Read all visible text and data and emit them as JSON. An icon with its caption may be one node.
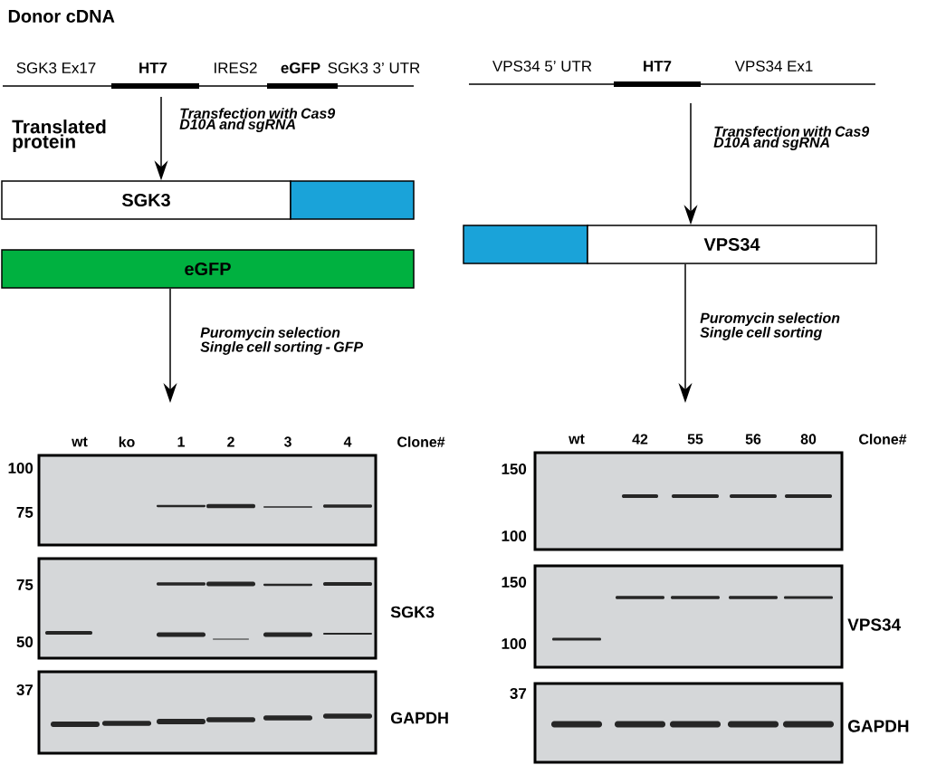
{
  "diagram": {
    "title": "Donor cDNA",
    "nodes": [
      {
        "text": [
          "SGK3"
        ]
      },
      {
        "text": [],
        "shape": "box"
      },
      {
        "text": [
          "eGFP"
        ]
      },
      {
        "text": [],
        "shape": "box"
      },
      {
        "text": [
          "VPS34"
        ]
      },
      {
        "text": [],
        "shape": "picture",
        "beside": [
          "wt",
          "ko",
          "1",
          "2",
          "3",
          "4",
          "Clone#"
        ]
      },
      {
        "text": [],
        "shape": "picture",
        "beside": [
          "SGK3"
        ]
      },
      {
        "text": [],
        "shape": "picture",
        "beside": [
          "GAPDH"
        ]
      },
      {
        "text": [],
        "shape": "picture",
        "beside": [
          "wt",
          "42",
          "55",
          "56",
          "80",
          "Clone#"
        ]
      },
      {
        "text": [],
        "shape": "picture",
        "beside": [
          "VPS34"
        ]
      },
      {
        "text": [],
        "shape": "picture",
        "beside": [
          "GAPDH"
        ]
      }
    ],
    "edges": [
      {
        "from": null,
        "to": 0,
        "arrow": "to",
        "label": "Transfection with Cas9 D10A and sgRNA"
      },
      {
        "from": null,
        "to": 4,
        "arrow": "to",
        "label": "Transfection with Cas9 D10A and sgRNA"
      },
      {
        "from": 2,
        "to": null,
        "arrow": "to",
        "label": "Puromycin selection Single cell sorting - GFP"
      },
      {
        "from": 4,
        "to": null,
        "arrow": "to",
        "label": "Puromycin selection Single cell sorting"
      }
    ],
    "labels": [
      "SGK3 Ex17",
      "HT7",
      "IRES2",
      "eGFP",
      "SGK3 3’ UTR",
      "VPS34 5’ UTR",
      "HT7",
      "VPS34 Ex1",
      "Translated protein",
      "100",
      "75",
      "150",
      "100",
      "75",
      "50",
      "150",
      "100",
      "37",
      "37"
    ]
  }
}
